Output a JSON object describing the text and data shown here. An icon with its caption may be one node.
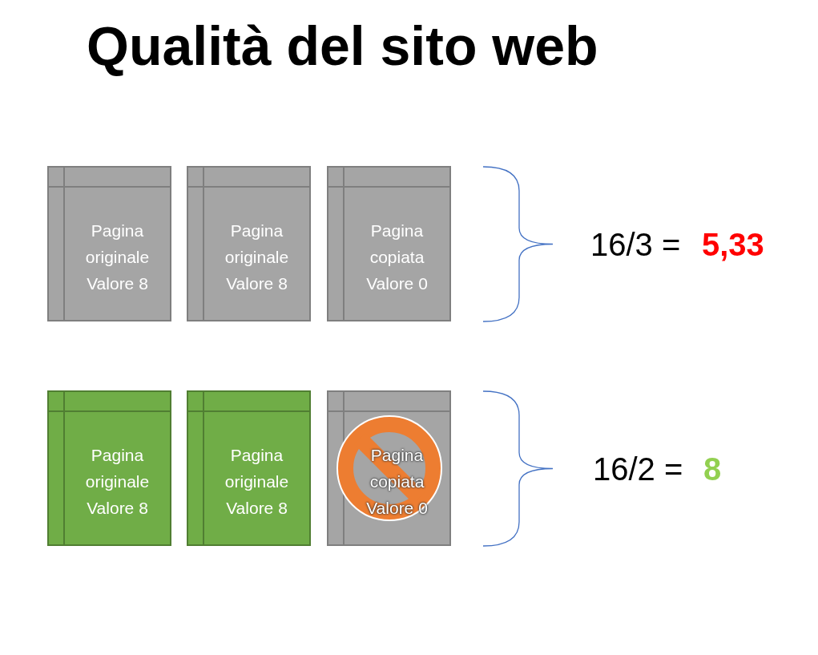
{
  "diagram": {
    "title": "Qualità del sito web",
    "nodes": [
      {
        "text": [
          "Pagina originale Valore 8"
        ]
      },
      {
        "text": [
          "Pagina originale Valore 8"
        ]
      },
      {
        "text": [
          "Pagina copiata Valore 0"
        ]
      },
      {
        "text": [
          "Pagina originale Valore 8"
        ]
      },
      {
        "text": [
          "Pagina originale Valore 8"
        ]
      },
      {
        "text": [
          "Pagina copiata Valore 0"
        ]
      }
    ],
    "labels": [
      "16/3 =",
      "5,33",
      "16/2 =",
      "8"
    ]
  }
}
